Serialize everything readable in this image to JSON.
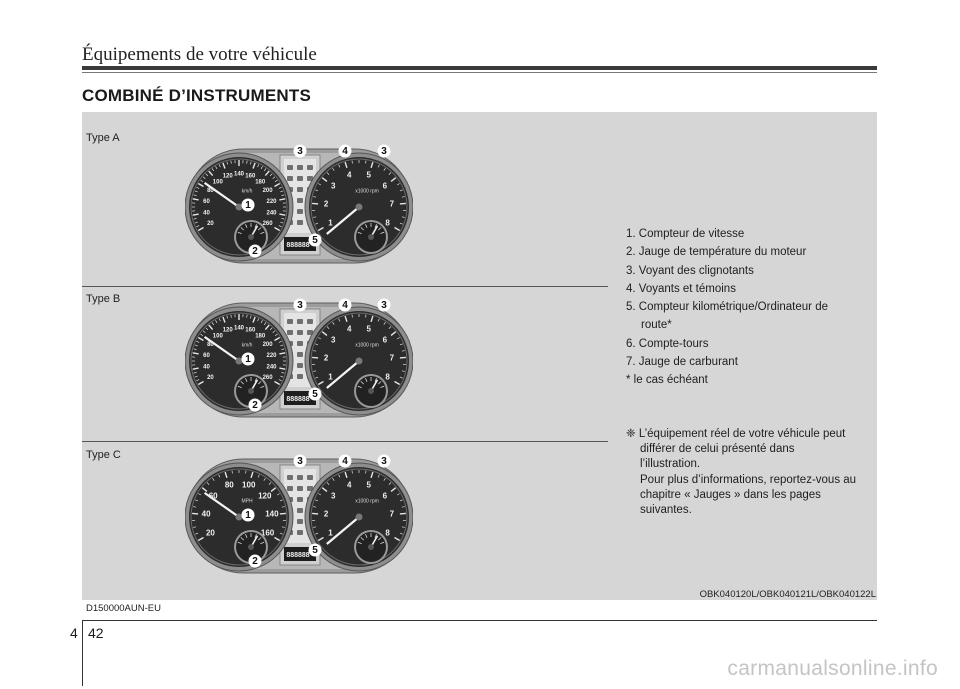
{
  "header": {
    "title": "Équipements de votre véhicule",
    "section_title": "COMBINÉ D’INSTRUMENTS"
  },
  "figure": {
    "type_labels": [
      "Type A",
      "Type B",
      "Type C"
    ],
    "code": "OBK040120L/OBK040121L/OBK040122L",
    "callout_numbers": [
      "1",
      "2",
      "3",
      "4",
      "5",
      "6",
      "7"
    ],
    "speedometer_kmh_labels": [
      "20",
      "40",
      "60",
      "80",
      "100",
      "120",
      "140",
      "160",
      "180",
      "200",
      "220",
      "240",
      "260"
    ],
    "speedometer_mph_labels": [
      "20",
      "40",
      "60",
      "80",
      "100",
      "120",
      "140",
      "160"
    ],
    "speed_unit_kmh": "km/h",
    "speed_unit_mph": "MPH",
    "tach_labels": [
      "1",
      "2",
      "3",
      "4",
      "5",
      "6",
      "7",
      "8"
    ],
    "tach_unit": "x1000 rpm",
    "odometer_display": "888888"
  },
  "legend": {
    "items": [
      "1. Compteur de vitesse",
      "2. Jauge de température du moteur",
      "3. Voyant des clignotants",
      "4. Voyants et témoins",
      "5. Compteur kilométrique/Ordinateur de",
      "route*",
      "6. Compte-tours",
      "7. Jauge de carburant",
      "* le cas échéant"
    ],
    "note_lines": [
      "❈ L’équipement réel de votre véhicule peut",
      "différer de celui présenté dans",
      "l’illustration.",
      "Pour plus d’informations, reportez-vous au",
      "chapitre «  Jauges  » dans les pages",
      "suivantes."
    ]
  },
  "footer": {
    "doc_code": "D150000AUN-EU",
    "chapter": "4",
    "page": "42",
    "watermark": "carmanualsonline.info"
  }
}
